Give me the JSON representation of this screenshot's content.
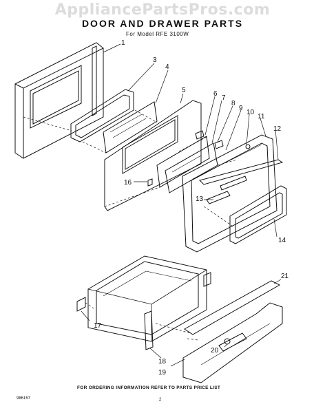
{
  "watermark": "AppliancePartsPros.com",
  "title": "DOOR AND DRAWER PARTS",
  "subtitle": "For Model RFE 3100W",
  "callouts": [
    "1",
    "3",
    "4",
    "5",
    "6",
    "7",
    "8",
    "9",
    "10",
    "11",
    "12",
    "13",
    "14",
    "16",
    "17",
    "18",
    "19",
    "20",
    "21"
  ],
  "footer_note": "FOR ORDERING INFORMATION REFER TO PARTS PRICE LIST",
  "code": "986157",
  "page_number": "2"
}
